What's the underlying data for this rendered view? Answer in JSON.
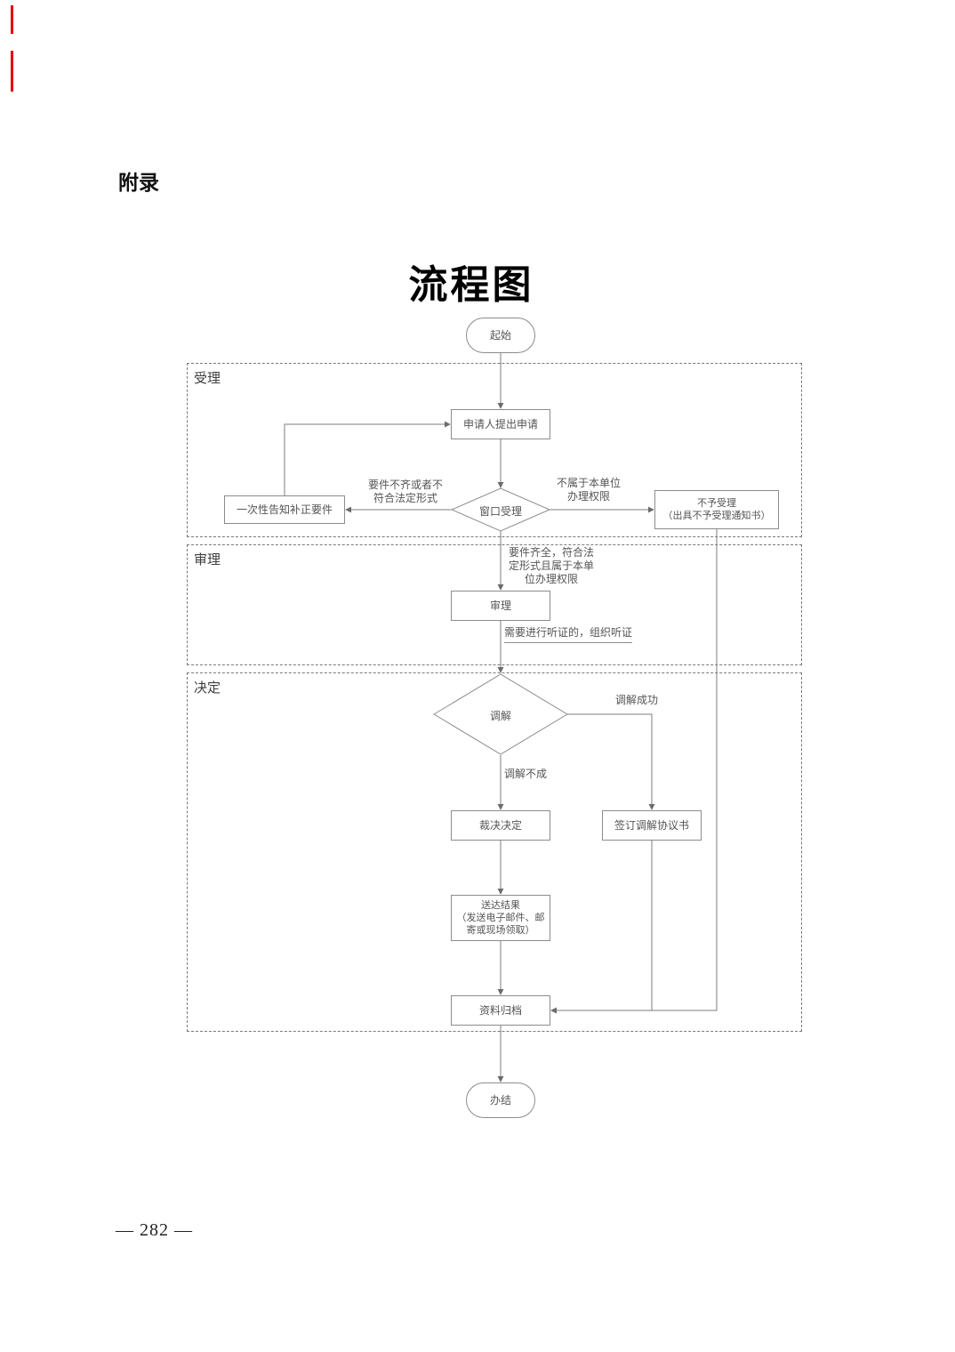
{
  "page": {
    "appendix_label": "附录",
    "title": "流程图",
    "page_number": "— 282 —",
    "margin_mark_color": "#e60000"
  },
  "flowchart": {
    "start_label": "起始",
    "end_label": "办结",
    "lanes": [
      {
        "label": "受理"
      },
      {
        "label": "审理"
      },
      {
        "label": "决定"
      }
    ],
    "nodes": {
      "apply": "申请人提出申请",
      "window_accept": "窗口受理",
      "notify_correction": "一次性告知补正要件",
      "reject": "不予受理\n（出具不予受理通知书）",
      "review": "审理",
      "mediation": "调解",
      "ruling": "裁决决定",
      "sign_agreement": "签订调解协议书",
      "deliver_result": "送达结果\n（发送电子邮件、邮\n寄或现场领取）",
      "archive": "资料归档"
    },
    "edge_labels": {
      "incomplete": "要件不齐或者不\n符合法定形式",
      "not_authority": "不属于本单位\n办理权限",
      "qualified": "要件齐全，符合法\n定形式且属于本单\n位办理权限",
      "hearing": "需要进行听证的，组织听证",
      "mediation_success": "调解成功",
      "mediation_fail": "调解不成"
    }
  }
}
